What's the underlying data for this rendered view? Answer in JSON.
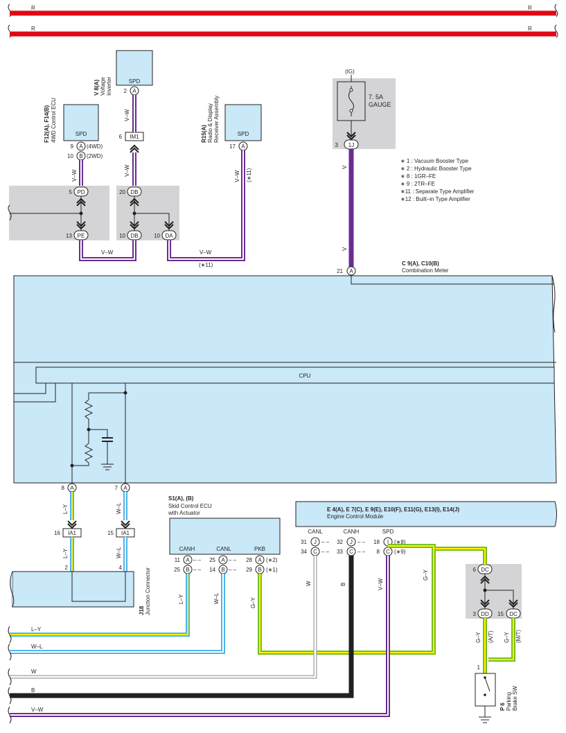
{
  "power_lines": {
    "r_label": "R"
  },
  "meter": {
    "connector": "C 9(A), C10(B)",
    "name": "Combination Meter",
    "cpu": "CPU",
    "pin21": "21",
    "pin8": "8",
    "pin7": "7",
    "pinA": "A"
  },
  "ig": {
    "supply": "(IG)",
    "fuse": "7. 5A",
    "fuse_name": "GAUGE",
    "pin": "3",
    "conn": "1J"
  },
  "voltage_inverter": {
    "connector": "V 8(A)",
    "name_l1": "Voltage",
    "name_l2": "Inverter",
    "port": "SPD",
    "pin": "2",
    "pin_code": "A",
    "im_pin": "6",
    "im_conn": "IM1"
  },
  "fwd_ecu": {
    "connector": "F12(A), F14(B)",
    "name": "4WD Control ECU",
    "port": "SPD",
    "pin9": "9",
    "pin9_code": "A",
    "pin9_note": "(4WD)",
    "pin10": "10",
    "pin10_code": "B",
    "pin10_note": "(2WD)"
  },
  "radio": {
    "connector": "R15(A)",
    "name_l1": "Radio & Display",
    "name_l2": "Receiver Assembly",
    "port": "SPD",
    "pin": "17",
    "pin_code": "A"
  },
  "jbox_p": {
    "pin5": "5",
    "code5": "PD",
    "pin13": "13",
    "code13": "PE"
  },
  "jbox_d": {
    "pin20": "20",
    "code20": "DB",
    "pin10a": "10",
    "code10a": "DB",
    "pin10b": "10",
    "code10b": "DA"
  },
  "notes": [
    "∗ 1 : Vacuum Booster Type",
    "∗ 2 : Hydraulic Booster Type",
    "∗ 8 : 1GR–FE",
    "∗ 9 : 2TR–FE",
    "∗11 : Separate Type Amplifier",
    "∗12 : Built–in Type Amplifier"
  ],
  "wires": {
    "v": "V",
    "vw": "V–W",
    "ly": "L–Y",
    "wl": "W–L",
    "gy": "G–Y",
    "w": "W",
    "b": "B",
    "n11": "(∗11)",
    "a_t": "(A/T)",
    "m_t": "(M/T)"
  },
  "ia1": {
    "conn": "IA1",
    "pin16": "16",
    "pin15": "15",
    "pin2": "2",
    "pin4": "4"
  },
  "jc": {
    "connector": "J18",
    "name": "Junction Connector"
  },
  "skid": {
    "connector": "S1(A), (B)",
    "name_l1": "Skid Control ECU",
    "name_l2": "with Actuator",
    "canh": "CANH",
    "canl": "CANL",
    "pkb": "PKB",
    "p11": "11",
    "p25": "25",
    "p28": "28",
    "p25b": "25",
    "p14": "14",
    "p29": "29",
    "cA": "A",
    "cB": "B",
    "n2": "(∗2)",
    "n1": "(∗1)"
  },
  "ecm": {
    "connectors": "E 4(A), E 7(C), E 9(E), E10(F), E11(G), E13(I), E14(J)",
    "name": "Engine Control Module",
    "canl": "CANL",
    "canh": "CANH",
    "spd": "SPD",
    "p31": "31",
    "p32": "32",
    "p18": "18",
    "p34": "34",
    "p33": "33",
    "p8": "8",
    "cJ": "J",
    "cC": "C",
    "cI": "I",
    "n8": "(∗8)",
    "n9": "(∗9)"
  },
  "jbox_dc": {
    "pin6": "6",
    "code6": "DC",
    "pin3": "3",
    "code3": "DD",
    "pin15": "15",
    "code15": "DC"
  },
  "parking": {
    "connector": "P 6",
    "name_l1": "Parking",
    "name_l2": "Brake SW",
    "pin": "1"
  },
  "colors": {
    "box_fill": "#c9e8f8",
    "jbox_fill": "#d4d4d6",
    "red": "#e30613",
    "violet": "#6a2c91",
    "light_blue": "#4fb3e8",
    "yellow": "#fff200",
    "green": "#78be20",
    "gray": "#9d9d9d"
  }
}
